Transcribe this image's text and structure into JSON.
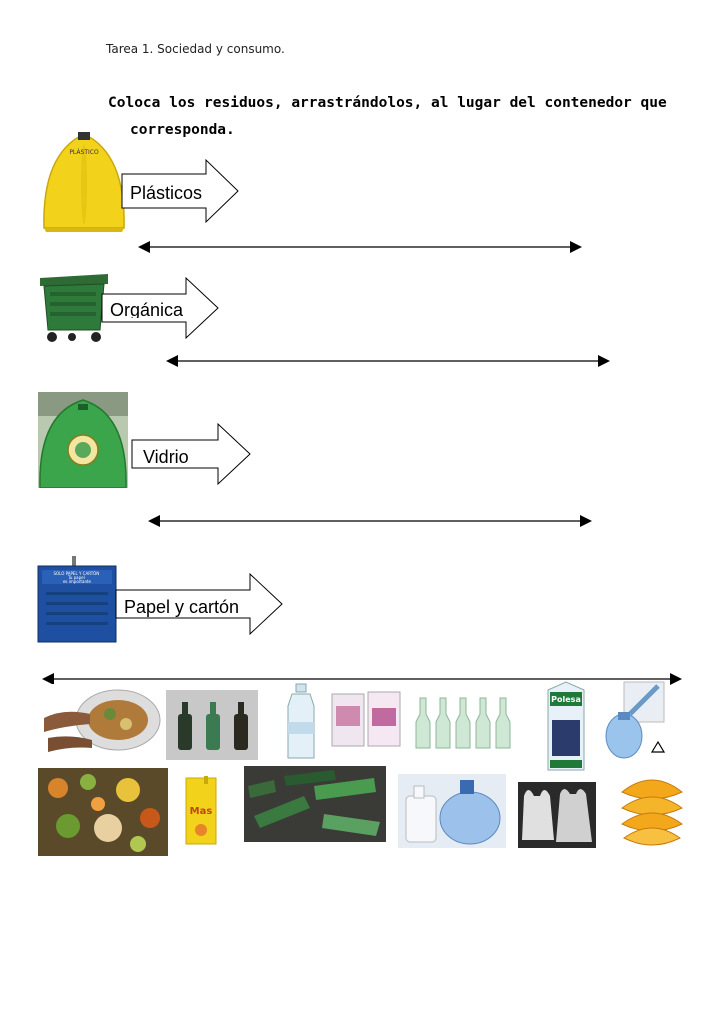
{
  "header": {
    "title": "Tarea 1. Sociedad y consumo."
  },
  "instructions": {
    "line1": "Coloca los residuos, arrastrándolos, al lugar del contenedor que",
    "line2": "corresponda."
  },
  "bins": [
    {
      "label": "Plásticos",
      "color": "#f2d21b",
      "icon": "yellow-plastic-igloo-bin"
    },
    {
      "label": "Orgánica",
      "color": "#2e7a3a",
      "icon": "green-wheelie-bin"
    },
    {
      "label": "Vidrio",
      "color": "#3aa54a",
      "icon": "green-glass-igloo-bin"
    },
    {
      "label": "Papel y cartón",
      "color": "#1e4fa0",
      "icon": "blue-paper-bin"
    }
  ],
  "bin_text": {
    "plastic_vertical": "PLÁSTICO",
    "paper_line1": "SOLO PAPEL Y CARTÓN",
    "paper_line2": "Tu papel",
    "paper_line3": "es importante"
  },
  "waste_items": [
    {
      "name": "food-plate-waste"
    },
    {
      "name": "glass-bottles-dark"
    },
    {
      "name": "plastic-water-bottle"
    },
    {
      "name": "juice-cartons"
    },
    {
      "name": "glass-soda-bottles"
    },
    {
      "name": "milk-carton"
    },
    {
      "name": "water-jug"
    },
    {
      "name": "organic-scraps"
    },
    {
      "name": "juice-brick"
    },
    {
      "name": "broken-glass-bottles"
    },
    {
      "name": "plastic-containers"
    },
    {
      "name": "plastic-bags"
    },
    {
      "name": "orange-peels"
    }
  ],
  "product_text": {
    "milk_brand": "Polesa",
    "juice_brand": "Mas"
  },
  "colors": {
    "line": "#000000",
    "arrow_fill": "#ffffff"
  }
}
